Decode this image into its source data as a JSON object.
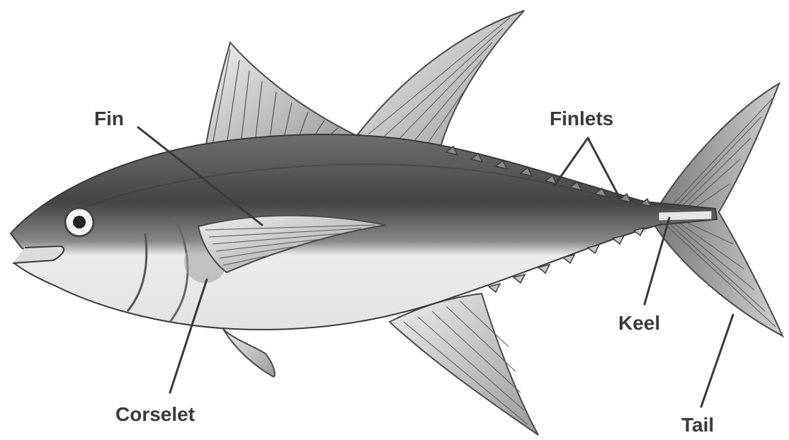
{
  "diagram": {
    "labels": {
      "fin": "Fin",
      "finlets": "Finlets",
      "keel": "Keel",
      "corselet": "Corselet",
      "tail": "Tail"
    },
    "colors": {
      "dorsal": "#555555",
      "belly": "#f2f2f2",
      "fin_stroke": "#4a4a4a",
      "label": "#3a3a3a"
    }
  }
}
